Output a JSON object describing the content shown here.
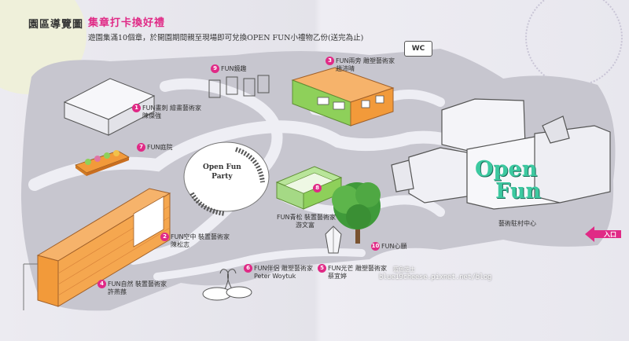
{
  "header": {
    "title": "園區導覽圖",
    "stamp_title": "集章打卡換好禮",
    "subtitle": "遊園集滿10個章，於開園期間親至現場即可兌換OPEN FUN小禮物乙份(送完為止)"
  },
  "wc_label": "WC",
  "party_label_1": "Open Fun",
  "party_label_2": "Party",
  "brand": {
    "line1": "Open",
    "line2": "Fun"
  },
  "art_center_label": "藝術駐村中心",
  "entrance_label": "入口",
  "watermark": {
    "name": "藍色芝士",
    "url": "blue19cheese.pixnet.net/blog"
  },
  "stations": [
    {
      "num": "1",
      "line1": "FUN畫刺 繪畫藝術家",
      "line2": "陳傑強"
    },
    {
      "num": "2",
      "line1": "FUN空中 裝置藝術家",
      "line2": "陳松志"
    },
    {
      "num": "3",
      "line1": "FUN兩旁 雕塑藝術家",
      "line2": "趙沛晴"
    },
    {
      "num": "4",
      "line1": "FUN自然 裝置藝術家",
      "line2": "許燕蓀"
    },
    {
      "num": "5",
      "line1": "FUN光芒 雕塑藝術家",
      "line2": "蔡宜婷"
    },
    {
      "num": "6",
      "line1": "FUN伴侶 雕塑藝術家",
      "line2": "Peter Woytuk"
    },
    {
      "num": "7",
      "line1": "FUN庭院",
      "line2": ""
    },
    {
      "num": "8",
      "line1": "FUN青松 裝置藝術家",
      "line2": "游文富"
    },
    {
      "num": "9",
      "line1": "FUN鏡趣",
      "line2": ""
    },
    {
      "num": "10",
      "line1": "FUN心願",
      "line2": ""
    }
  ],
  "colors": {
    "accent": "#e02a86",
    "orange": "#f29a3a",
    "green": "#8ed05a",
    "teal": "#3cc9a0"
  }
}
